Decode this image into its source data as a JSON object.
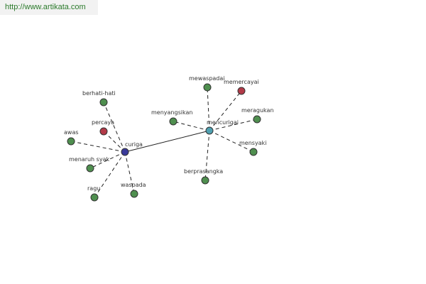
{
  "watermark": "http://www.artikata.com",
  "colors": {
    "hub_curiga": "#3a3a9a",
    "hub_mencurigai": "#4fa0b0",
    "synonym": "#4f8f4f",
    "antonym": "#b23a48"
  },
  "nodes": [
    {
      "id": "curiga",
      "label": "curiga",
      "kind": "hub_curiga"
    },
    {
      "id": "mencurigai",
      "label": "mencurigai",
      "kind": "hub_mencurigai"
    },
    {
      "id": "berhati-hati",
      "label": "berhati-hati",
      "kind": "synonym"
    },
    {
      "id": "percaya",
      "label": "percaya",
      "kind": "antonym"
    },
    {
      "id": "awas",
      "label": "awas",
      "kind": "synonym"
    },
    {
      "id": "menaruh-syak",
      "label": "menaruh syak",
      "kind": "synonym"
    },
    {
      "id": "ragu",
      "label": "ragu",
      "kind": "synonym"
    },
    {
      "id": "waspada",
      "label": "waspada",
      "kind": "synonym"
    },
    {
      "id": "mewaspadai",
      "label": "mewaspadai",
      "kind": "synonym"
    },
    {
      "id": "memercayai",
      "label": "memercayai",
      "kind": "antonym"
    },
    {
      "id": "menyangsikan",
      "label": "menyangsikan",
      "kind": "synonym"
    },
    {
      "id": "meragukan",
      "label": "meragukan",
      "kind": "synonym"
    },
    {
      "id": "mensyaki",
      "label": "mensyaki",
      "kind": "synonym"
    },
    {
      "id": "berprasangka",
      "label": "berprasangka",
      "kind": "synonym"
    }
  ],
  "edges": [
    {
      "from": "curiga",
      "to": "mencurigai",
      "style": "solid"
    },
    {
      "from": "curiga",
      "to": "berhati-hati",
      "style": "dashed"
    },
    {
      "from": "curiga",
      "to": "percaya",
      "style": "dashed"
    },
    {
      "from": "curiga",
      "to": "awas",
      "style": "dashed"
    },
    {
      "from": "curiga",
      "to": "menaruh-syak",
      "style": "dashed"
    },
    {
      "from": "curiga",
      "to": "ragu",
      "style": "dashed"
    },
    {
      "from": "curiga",
      "to": "waspada",
      "style": "dashed"
    },
    {
      "from": "mencurigai",
      "to": "mewaspadai",
      "style": "dashed"
    },
    {
      "from": "mencurigai",
      "to": "memercayai",
      "style": "dashed"
    },
    {
      "from": "mencurigai",
      "to": "menyangsikan",
      "style": "dashed"
    },
    {
      "from": "mencurigai",
      "to": "meragukan",
      "style": "dashed"
    },
    {
      "from": "mencurigai",
      "to": "mensyaki",
      "style": "dashed"
    },
    {
      "from": "mencurigai",
      "to": "berprasangka",
      "style": "dashed"
    }
  ]
}
